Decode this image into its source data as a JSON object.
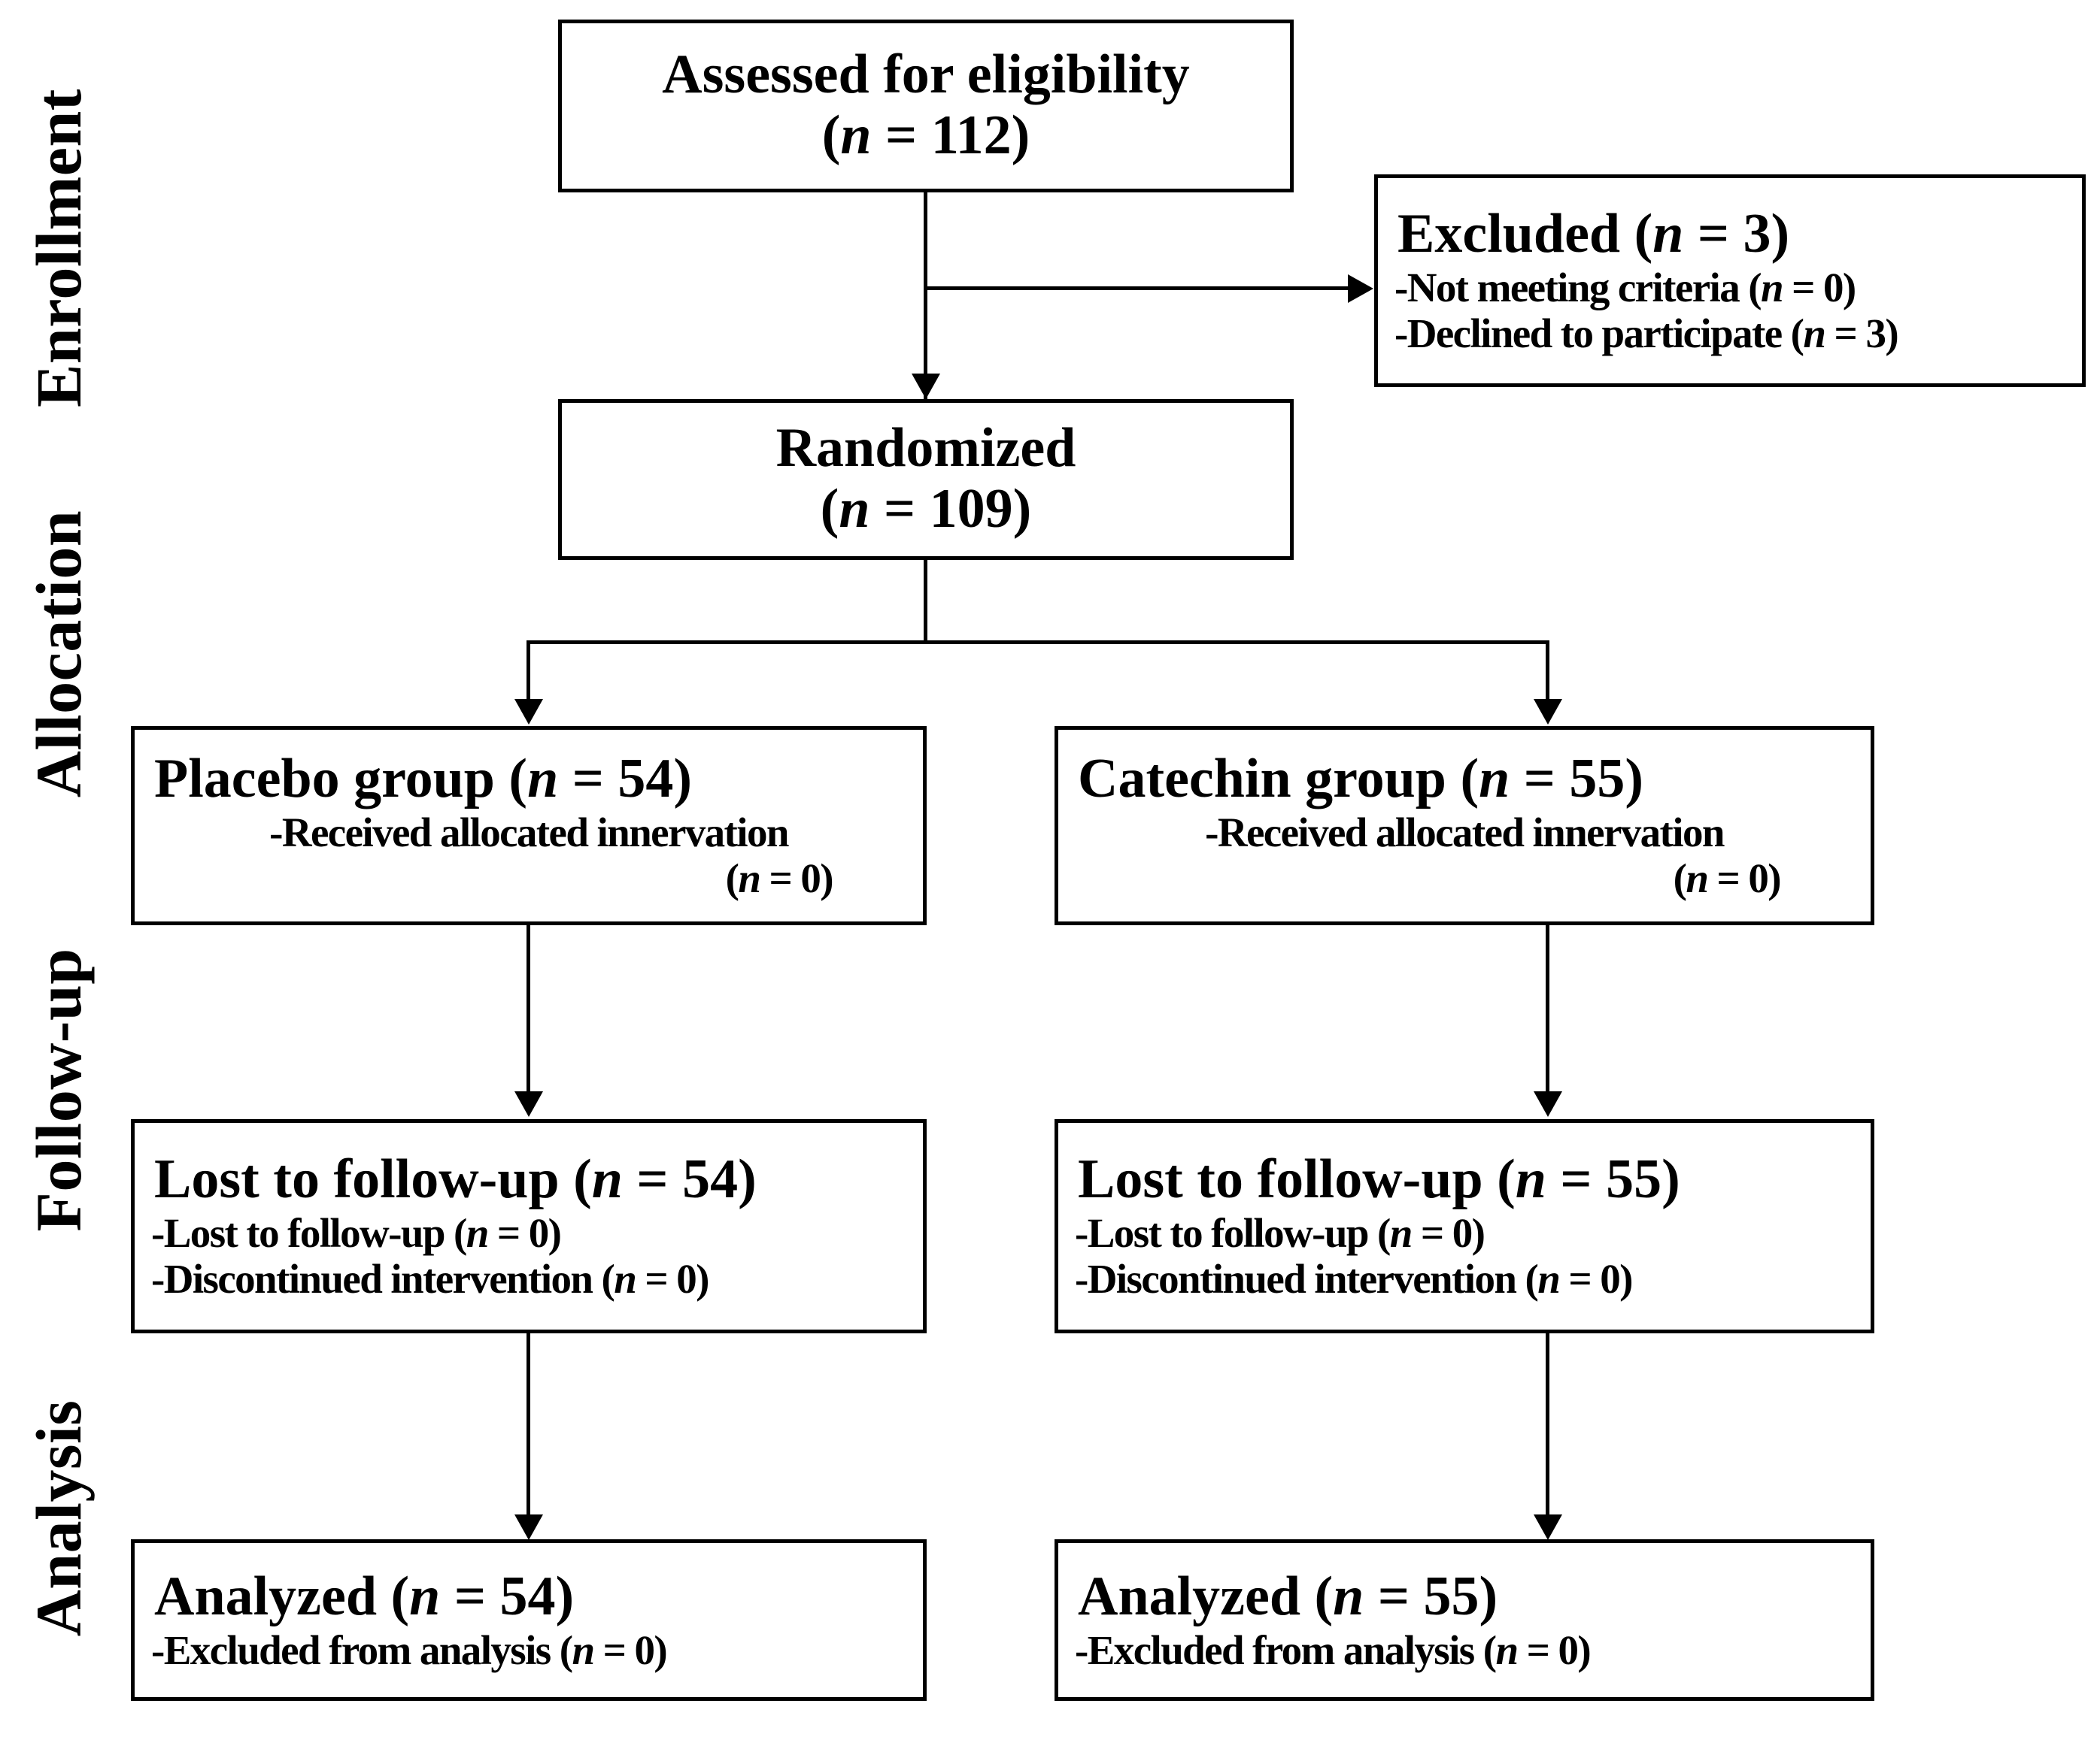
{
  "diagram": {
    "type": "consort-flow-diagram",
    "stages": [
      {
        "id": "enrollment",
        "label": "Enrollment"
      },
      {
        "id": "allocation",
        "label": "Allocation"
      },
      {
        "id": "followup",
        "label": "Follow-up"
      },
      {
        "id": "analysis",
        "label": "Analysis"
      }
    ],
    "boxes": {
      "assessed": {
        "title": "Assessed for eligibility",
        "count_line": "(n = 112)",
        "n_symbol": "n",
        "n_value": "112"
      },
      "excluded": {
        "title": "Excluded (n = 3)",
        "title_pre": "Excluded (",
        "title_n": "n",
        "title_post": " = 3)",
        "items": [
          {
            "pre": "-Not meeting criteria (",
            "n": "n",
            "post": " = 0)"
          },
          {
            "pre": "-Declined to participate (",
            "n": "n",
            "post": " = 3)"
          }
        ]
      },
      "randomized": {
        "title": "Randomized",
        "count_line": "(n = 109)",
        "n_symbol": "n",
        "n_value": "109"
      },
      "placebo_alloc": {
        "title_pre": "Placebo group (",
        "title_n": "n",
        "title_post": " = 54)",
        "detail": "-Received allocated innervation",
        "detail_count_pre": "(",
        "detail_count_n": "n",
        "detail_count_post": " = 0)"
      },
      "catechin_alloc": {
        "title_pre": "Catechin group (",
        "title_n": "n",
        "title_post": " = 55)",
        "detail": "-Received allocated innervation",
        "detail_count_pre": "(",
        "detail_count_n": "n",
        "detail_count_post": " = 0)"
      },
      "placebo_followup": {
        "title_pre": "Lost to follow-up (",
        "title_n": "n",
        "title_post": " = 54)",
        "items": [
          {
            "pre": "-Lost to follow-up (",
            "n": "n",
            "post": " = 0)"
          },
          {
            "pre": "-Discontinued intervention (",
            "n": "n",
            "post": " = 0)"
          }
        ]
      },
      "catechin_followup": {
        "title_pre": "Lost to follow-up (",
        "title_n": "n",
        "title_post": " = 55)",
        "items": [
          {
            "pre": "-Lost to follow-up (",
            "n": "n",
            "post": " = 0)"
          },
          {
            "pre": "-Discontinued intervention (",
            "n": "n",
            "post": " = 0)"
          }
        ]
      },
      "placebo_analysis": {
        "title_pre": "Analyzed  (",
        "title_n": "n",
        "title_post": " = 54)",
        "items": [
          {
            "pre": "-Excluded from analysis (",
            "n": "n",
            "post": " = 0)"
          }
        ]
      },
      "catechin_analysis": {
        "title_pre": "Analyzed (",
        "title_n": "n",
        "title_post": " = 55)",
        "items": [
          {
            "pre": "-Excluded from analysis (",
            "n": "n",
            "post": " = 0)"
          }
        ]
      }
    },
    "colors": {
      "line": "#000000",
      "background": "#ffffff",
      "text": "#000000"
    }
  }
}
